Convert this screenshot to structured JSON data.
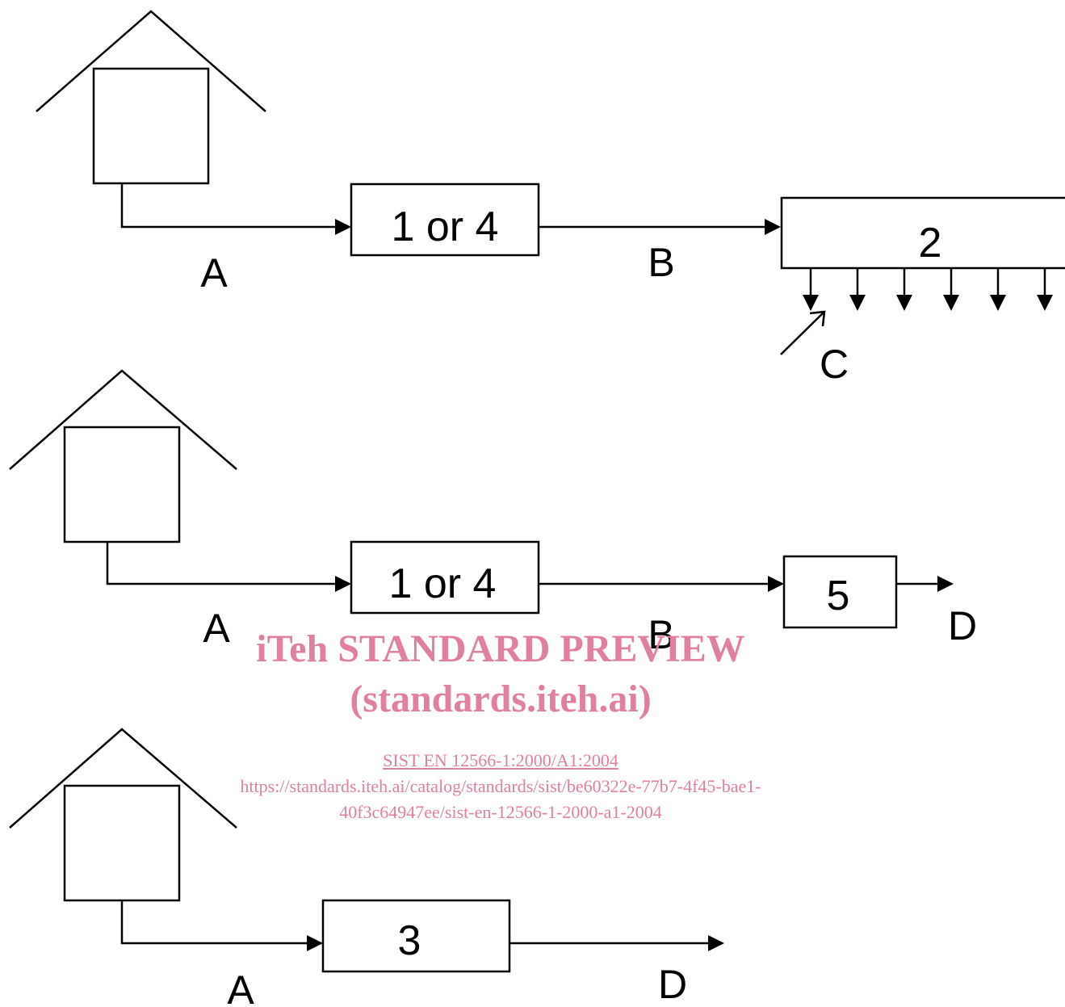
{
  "diagram": {
    "row1": {
      "process": "1 or 4",
      "destination": "2",
      "flow_a": "A",
      "flow_b": "B",
      "flow_c": "C"
    },
    "row2": {
      "process": "1 or 4",
      "destination": "5",
      "flow_a": "A",
      "flow_b": "B",
      "flow_d": "D"
    },
    "row3": {
      "process": "3",
      "flow_a": "A",
      "flow_d": "D"
    }
  },
  "watermark": {
    "title": "iTeh STANDARD PREVIEW",
    "subtitle": "(standards.iteh.ai)",
    "doc_id": "SIST EN 12566-1:2000/A1:2004",
    "url_line1": "https://standards.iteh.ai/catalog/standards/sist/be60322e-77b7-4f45-bae1-",
    "url_line2": "40f3c64947ee/sist-en-12566-1-2000-a1-2004",
    "color": "#e0809e"
  }
}
